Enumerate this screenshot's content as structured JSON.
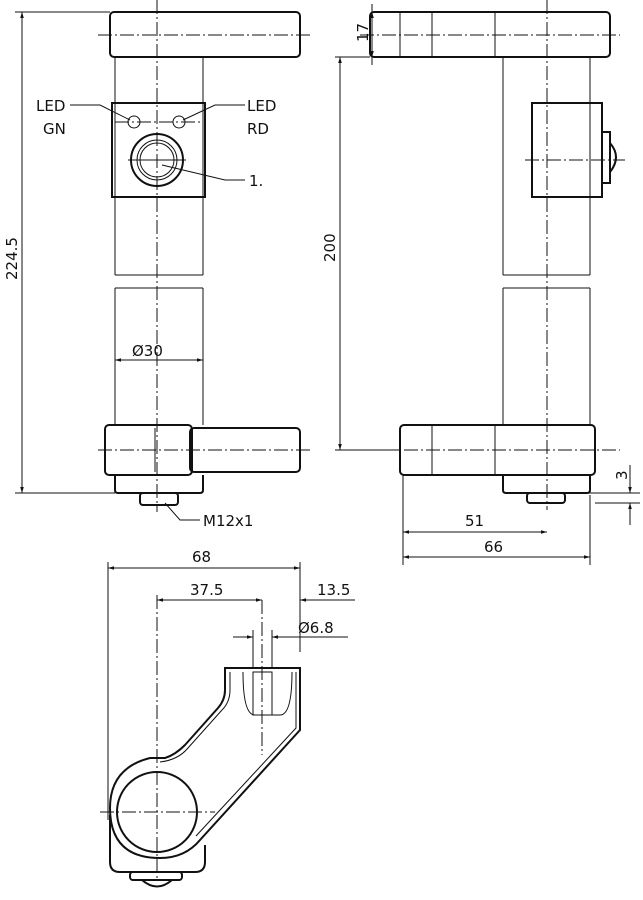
{
  "labels": {
    "led_gn_1": "LED",
    "led_gn_2": "GN",
    "led_rd_1": "LED",
    "led_rd_2": "RD",
    "item_1": "1.",
    "thread": "M12x1"
  },
  "dimensions": {
    "total_height": "224.5",
    "diameter_tube": "Ø30",
    "bar_height": "17",
    "center_distance": "200",
    "offset_bottom": "3",
    "depth_51": "51",
    "depth_66": "66",
    "width_68": "68",
    "offset_37_5": "37.5",
    "offset_13_5": "13.5",
    "hole_diameter": "Ø6.8"
  }
}
